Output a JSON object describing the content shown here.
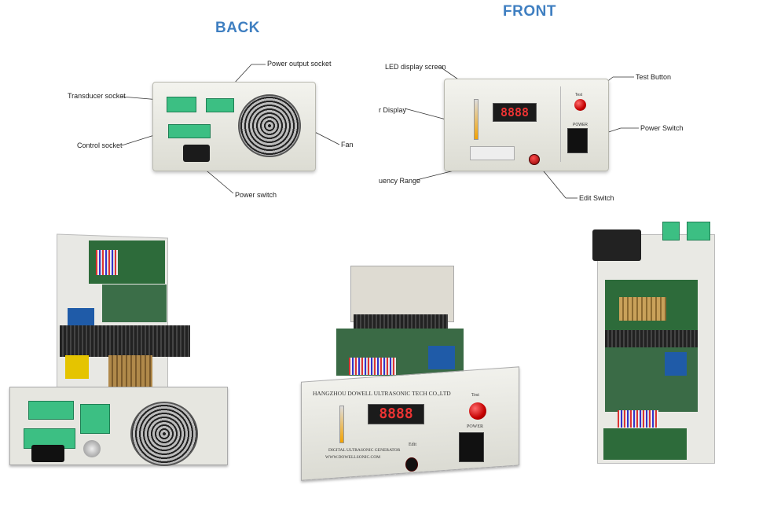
{
  "headings": {
    "back": "BACK",
    "front": "FRONT"
  },
  "back_callouts": {
    "transducer_socket": "Transducer socket",
    "power_output_socket": "Power output socket",
    "control_socket": "Control socket",
    "fan": "Fan",
    "power_switch": "Power switch"
  },
  "front_callouts": {
    "led_display_screen": "LED display screen",
    "test_button": "Test Button",
    "power_display": "r Display",
    "power_switch": "Power Switch",
    "frequency_range": "uency Range",
    "edit_switch": "Edit Switch"
  },
  "front_panel": {
    "display_value": "8888",
    "test_label": "Test",
    "power_label": "POWER"
  },
  "photo_front_panel": {
    "company": "HANGZHOU DOWELL ULTRASONIC TECH CO.,LTD",
    "display_value": "8888",
    "test_label": "Test",
    "power_label": "POWER",
    "product": "DIGITAL ULTRASONIC GENERATOR",
    "website": "WWW.DOWELLSONIC.COM",
    "edit_label": "Edit"
  },
  "colors": {
    "heading": "#3f7fc1",
    "terminal_green": "#3cbf83",
    "led_red": "#e33333",
    "button_red": "#c40000"
  }
}
